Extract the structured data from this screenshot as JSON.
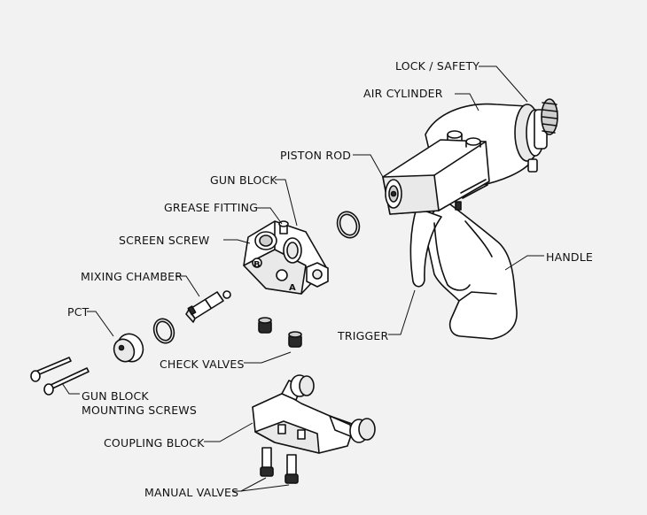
{
  "labels": {
    "lock_safety": "LOCK / SAFETY",
    "air_cylinder": "AIR CYLINDER",
    "piston_rod": "PISTON ROD",
    "gun_block": "GUN BLOCK",
    "grease_fitting": "GREASE FITTING",
    "screen_screw": "SCREEN SCREW",
    "mixing_chamber": "MIXING CHAMBER",
    "pct": "PCT",
    "check_valves": "CHECK VALVES",
    "gun_block_mounting_screws_line1": "GUN BLOCK",
    "gun_block_mounting_screws_line2": "MOUNTING SCREWS",
    "coupling_block": "COUPLING BLOCK",
    "manual_valves": "MANUAL VALVES",
    "trigger": "TRIGGER",
    "handle": "HANDLE"
  },
  "block_letters": {
    "side_b": "B",
    "side_a": "A"
  }
}
